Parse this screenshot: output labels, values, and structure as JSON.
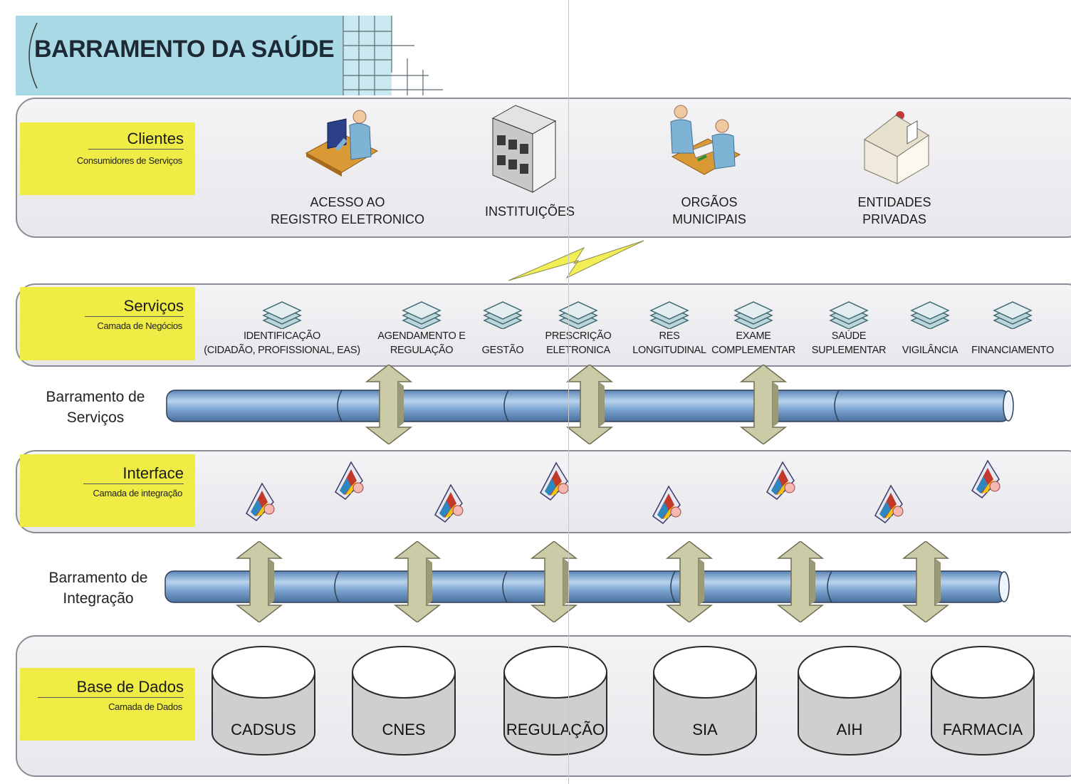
{
  "title": "BARRAMENTO DA SAÚDE",
  "layers": {
    "clientes": {
      "title": "Clientes",
      "subtitle": "Consumidores de Serviços"
    },
    "servicos": {
      "title": "Serviços",
      "subtitle": "Camada de Negócios"
    },
    "interface": {
      "title": "Interface",
      "subtitle": "Camada de integração"
    },
    "base": {
      "title": "Base de Dados",
      "subtitle": "Camada de Dados"
    }
  },
  "clients": [
    {
      "line1": "ACESSO AO",
      "line2": "REGISTRO ELETRONICO",
      "icon": "person-at-computer-icon"
    },
    {
      "line1": "INSTITUIÇÕES",
      "line2": "",
      "icon": "building-icon"
    },
    {
      "line1": "ORGÃOS",
      "line2": "MUNICIPAIS",
      "icon": "meeting-people-icon"
    },
    {
      "line1": "ENTIDADES",
      "line2": "PRIVADAS",
      "icon": "house-icon"
    }
  ],
  "services": [
    {
      "line1": "IDENTIFICAÇÃO",
      "line2": "(CIDADÃO, PROFISSIONAL, EAS)"
    },
    {
      "line1": "AGENDAMENTO E",
      "line2": "REGULAÇÃO"
    },
    {
      "line1": "",
      "line2": "GESTÃO"
    },
    {
      "line1": "PRESCRIÇÃO",
      "line2": "ELETRONICA"
    },
    {
      "line1": "RES",
      "line2": "LONGITUDINAL"
    },
    {
      "line1": "EXAME",
      "line2": "COMPLEMENTAR"
    },
    {
      "line1": "SAÚDE",
      "line2": "SUPLEMENTAR"
    },
    {
      "line1": "",
      "line2": "VIGILÂNCIA"
    },
    {
      "line1": "",
      "line2": "FINANCIAMENTO"
    }
  ],
  "buses": {
    "servicos": {
      "line1": "Barramento de",
      "line2": "Serviços"
    },
    "integracao": {
      "line1": "Barramento de",
      "line2": "Integração"
    }
  },
  "databases": [
    "CADSUS",
    "CNES",
    "REGULAÇÃO",
    "SIA",
    "AIH",
    "FARMACIA"
  ],
  "colors": {
    "label_bg": "#f0ec46",
    "title_bg": "#a9d9e4",
    "pipe": "#7ea6d2",
    "arrow": "#cbcba8",
    "lightning": "#f2ee55"
  }
}
